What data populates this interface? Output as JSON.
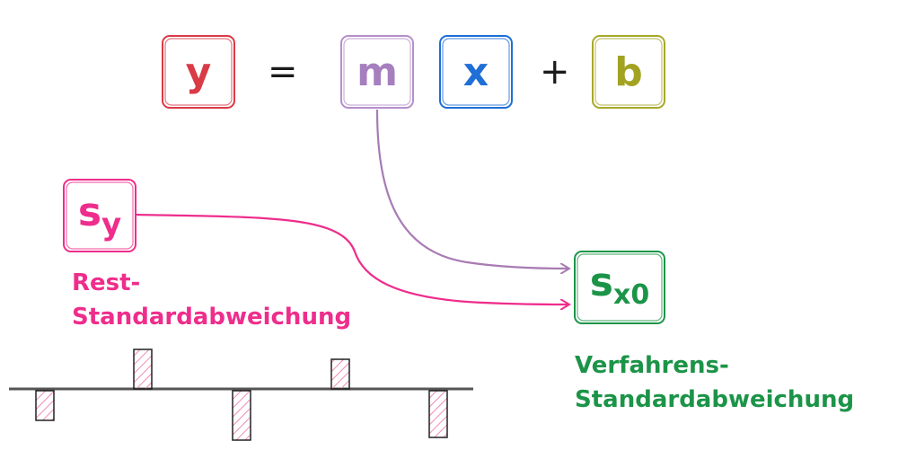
{
  "equation": {
    "y": "y",
    "equals": "=",
    "m": "m",
    "x": "x",
    "plus": "+",
    "b": "b"
  },
  "sy_box": {
    "base": "s",
    "sub": "y"
  },
  "sx0_box": {
    "base": "s",
    "sub": "x0"
  },
  "rest_label": {
    "line1": "Rest-",
    "line2": "Standardabweichung"
  },
  "verfahren_label": {
    "line1": "Verfahrens-",
    "line2": "Standardabweichung"
  },
  "colors": {
    "y": "#d93a46",
    "m": "#a67fbf",
    "x": "#1f6fd6",
    "b": "#a3a323",
    "sy": "#ee2d8c",
    "sx0": "#1c9448",
    "axis": "#555555",
    "residual_hatch": "#f08ab8"
  }
}
